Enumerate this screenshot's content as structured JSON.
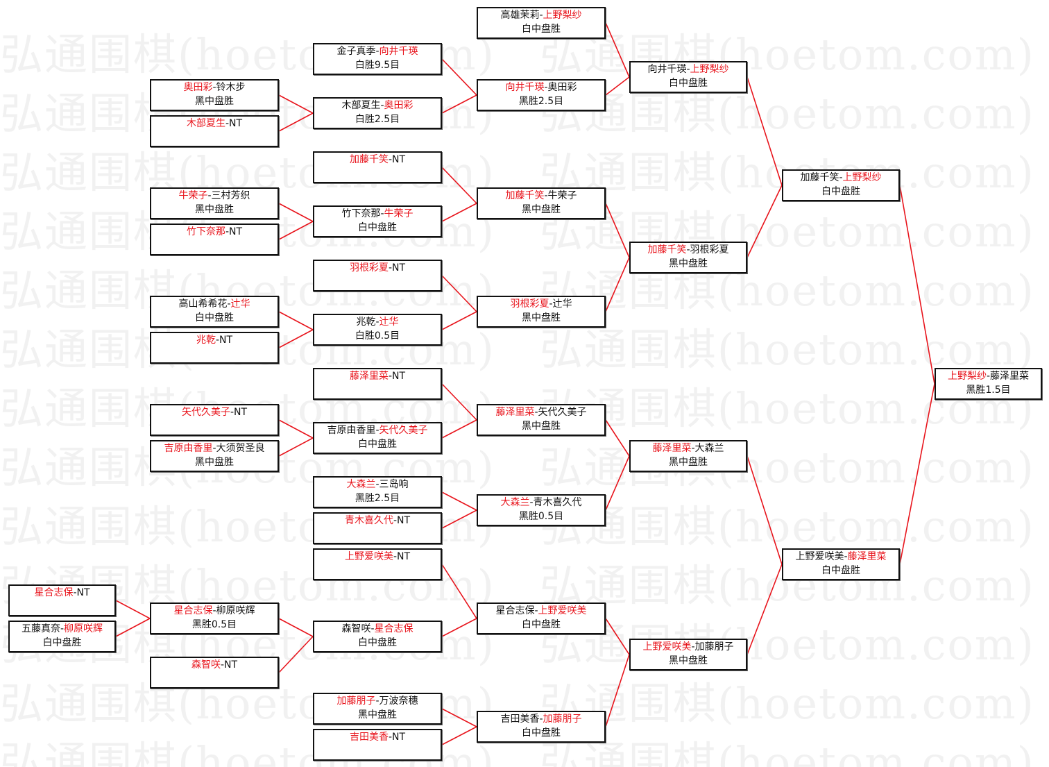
{
  "watermark": "弘通围棋(hoetom.com)",
  "colors": {
    "winner": "#e8141c",
    "line": "#e8141c",
    "text": "#111111"
  },
  "bye_label": "NT",
  "matches": [
    {
      "p1": "星合志保",
      "p2": "NT",
      "winner": 1,
      "result": ""
    },
    {
      "p1": "五藤真奈",
      "p2": "柳原咲辉",
      "winner": 2,
      "result": "白中盘胜"
    },
    {
      "p1": "奥田彩",
      "p2": "铃木步",
      "winner": 1,
      "result": "黑中盘胜"
    },
    {
      "p1": "木部夏生",
      "p2": "NT",
      "winner": 1,
      "result": ""
    },
    {
      "p1": "牛荣子",
      "p2": "三村芳织",
      "winner": 1,
      "result": "黑中盘胜"
    },
    {
      "p1": "竹下奈那",
      "p2": "NT",
      "winner": 1,
      "result": ""
    },
    {
      "p1": "高山希希花",
      "p2": "辻华",
      "winner": 2,
      "result": "白中盘胜"
    },
    {
      "p1": "兆乾",
      "p2": "NT",
      "winner": 1,
      "result": ""
    },
    {
      "p1": "矢代久美子",
      "p2": "NT",
      "winner": 1,
      "result": ""
    },
    {
      "p1": "吉原由香里",
      "p2": "大须贺圣良",
      "winner": 1,
      "result": "黑中盘胜"
    },
    {
      "p1": "星合志保",
      "p2": "柳原咲辉",
      "winner": 1,
      "result": "黑胜0.5目"
    },
    {
      "p1": "森智咲",
      "p2": "NT",
      "winner": 1,
      "result": ""
    },
    {
      "p1": "金子真季",
      "p2": "向井千瑛",
      "winner": 2,
      "result": "白胜9.5目"
    },
    {
      "p1": "木部夏生",
      "p2": "奥田彩",
      "winner": 2,
      "result": "白胜2.5目"
    },
    {
      "p1": "加藤千笑",
      "p2": "NT",
      "winner": 1,
      "result": ""
    },
    {
      "p1": "竹下奈那",
      "p2": "牛荣子",
      "winner": 2,
      "result": "白中盘胜"
    },
    {
      "p1": "羽根彩夏",
      "p2": "NT",
      "winner": 1,
      "result": ""
    },
    {
      "p1": "兆乾",
      "p2": "辻华",
      "winner": 2,
      "result": "白胜0.5目"
    },
    {
      "p1": "藤泽里菜",
      "p2": "NT",
      "winner": 1,
      "result": ""
    },
    {
      "p1": "吉原由香里",
      "p2": "矢代久美子",
      "winner": 2,
      "result": "白中盘胜"
    },
    {
      "p1": "大森兰",
      "p2": "三岛响",
      "winner": 1,
      "result": "黑胜2.5目"
    },
    {
      "p1": "青木喜久代",
      "p2": "NT",
      "winner": 1,
      "result": ""
    },
    {
      "p1": "上野爱咲美",
      "p2": "NT",
      "winner": 1,
      "result": ""
    },
    {
      "p1": "森智咲",
      "p2": "星合志保",
      "winner": 2,
      "result": "白中盘胜"
    },
    {
      "p1": "加藤朋子",
      "p2": "万波奈穗",
      "winner": 1,
      "result": "黑中盘胜"
    },
    {
      "p1": "吉田美香",
      "p2": "NT",
      "winner": 1,
      "result": ""
    },
    {
      "p1": "高雄茉莉",
      "p2": "上野梨纱",
      "winner": 2,
      "result": "白中盘胜"
    },
    {
      "p1": "向井千瑛",
      "p2": "奥田彩",
      "winner": 1,
      "result": "黑胜2.5目"
    },
    {
      "p1": "加藤千笑",
      "p2": "牛荣子",
      "winner": 1,
      "result": "黑中盘胜"
    },
    {
      "p1": "羽根彩夏",
      "p2": "辻华",
      "winner": 1,
      "result": "黑中盘胜"
    },
    {
      "p1": "藤泽里菜",
      "p2": "矢代久美子",
      "winner": 1,
      "result": "黑中盘胜"
    },
    {
      "p1": "大森兰",
      "p2": "青木喜久代",
      "winner": 1,
      "result": "黑胜0.5目"
    },
    {
      "p1": "星合志保",
      "p2": "上野爱咲美",
      "winner": 2,
      "result": "白中盘胜"
    },
    {
      "p1": "吉田美香",
      "p2": "加藤朋子",
      "winner": 2,
      "result": "白中盘胜"
    },
    {
      "p1": "向井千瑛",
      "p2": "上野梨纱",
      "winner": 2,
      "result": "白中盘胜"
    },
    {
      "p1": "加藤千笑",
      "p2": "羽根彩夏",
      "winner": 1,
      "result": "黑中盘胜"
    },
    {
      "p1": "藤泽里菜",
      "p2": "大森兰",
      "winner": 1,
      "result": "黑中盘胜"
    },
    {
      "p1": "上野爱咲美",
      "p2": "加藤朋子",
      "winner": 1,
      "result": "黑中盘胜"
    },
    {
      "p1": "加藤千笑",
      "p2": "上野梨纱",
      "winner": 2,
      "result": "白中盘胜"
    },
    {
      "p1": "上野爱咲美",
      "p2": "藤泽里菜",
      "winner": 2,
      "result": "白中盘胜"
    },
    {
      "p1": "上野梨纱",
      "p2": "藤泽里菜",
      "winner": 1,
      "result": "黑胜1.5目"
    }
  ]
}
